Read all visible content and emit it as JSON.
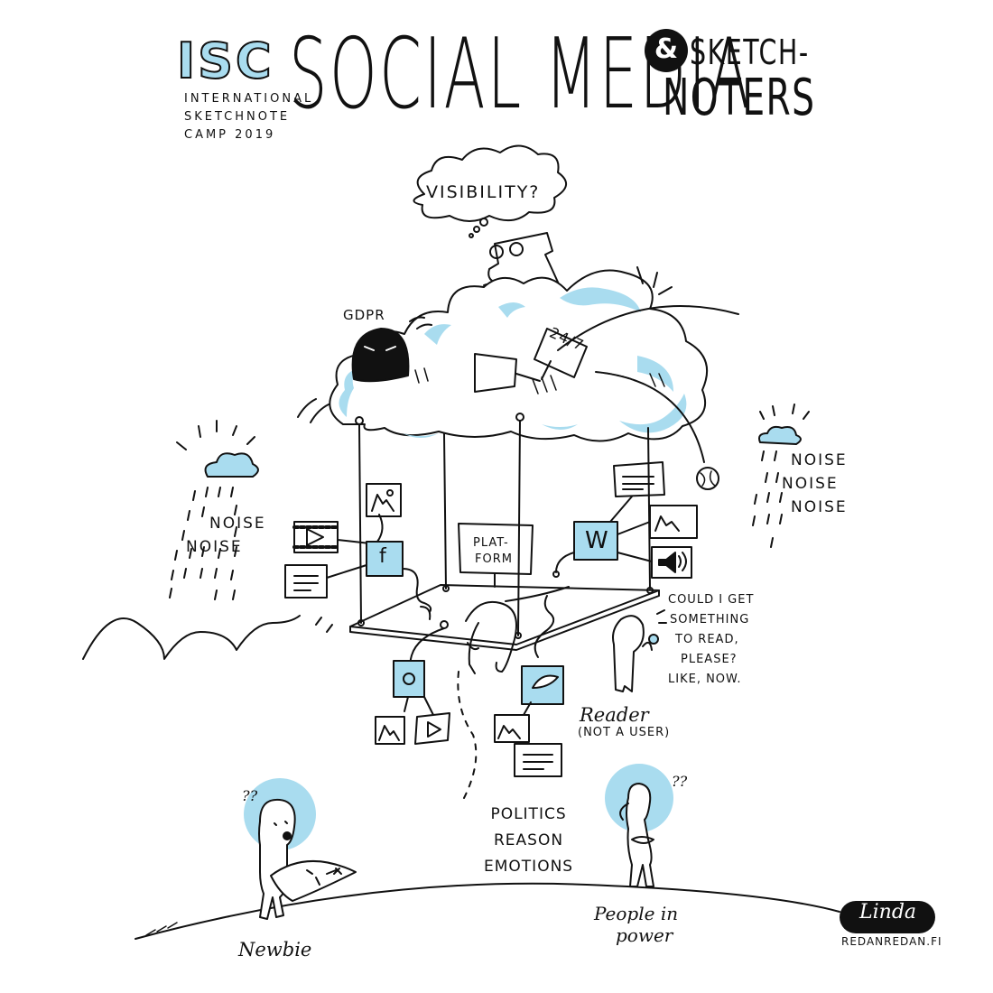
{
  "header": {
    "logo": "ISC",
    "logo_sub": [
      "INTERNATIONAL",
      "SKETCHNOTE",
      "CAMP 2019"
    ],
    "title": "SOCIAL MEDIA",
    "amp": "&",
    "title2_line1": "SKETCH-",
    "title2_line2": "NOTERS"
  },
  "cloud": {
    "thought": "VISIBILITY?",
    "gdpr": "GDPR",
    "sign": "24/7"
  },
  "platform": {
    "label_line1": "PLAT-",
    "label_line2": "FORM",
    "facebook_glyph": "f",
    "wordpress_glyph": "W"
  },
  "noise_left": [
    "NOISE",
    "NOISE"
  ],
  "noise_right": [
    "NOISE",
    "NOISE",
    "NOISE"
  ],
  "reader": {
    "speech": [
      "COULD I GET",
      "SOMETHING",
      "TO READ,",
      "PLEASE?",
      "LIKE, NOW."
    ],
    "label": "Reader",
    "sublabel": "(NOT A USER)"
  },
  "politics": [
    "POLITICS",
    "REASON",
    "EMOTIONS"
  ],
  "newbie": {
    "label": "Newbie",
    "question": "??"
  },
  "people_in_power": {
    "label_line1": "People in",
    "label_line2": "power",
    "question": "??"
  },
  "credit": {
    "signature": "Linda",
    "site": "REDANREDAN.FI"
  },
  "colors": {
    "accent": "#a9dcef",
    "ink": "#111111",
    "background": "#ffffff"
  }
}
